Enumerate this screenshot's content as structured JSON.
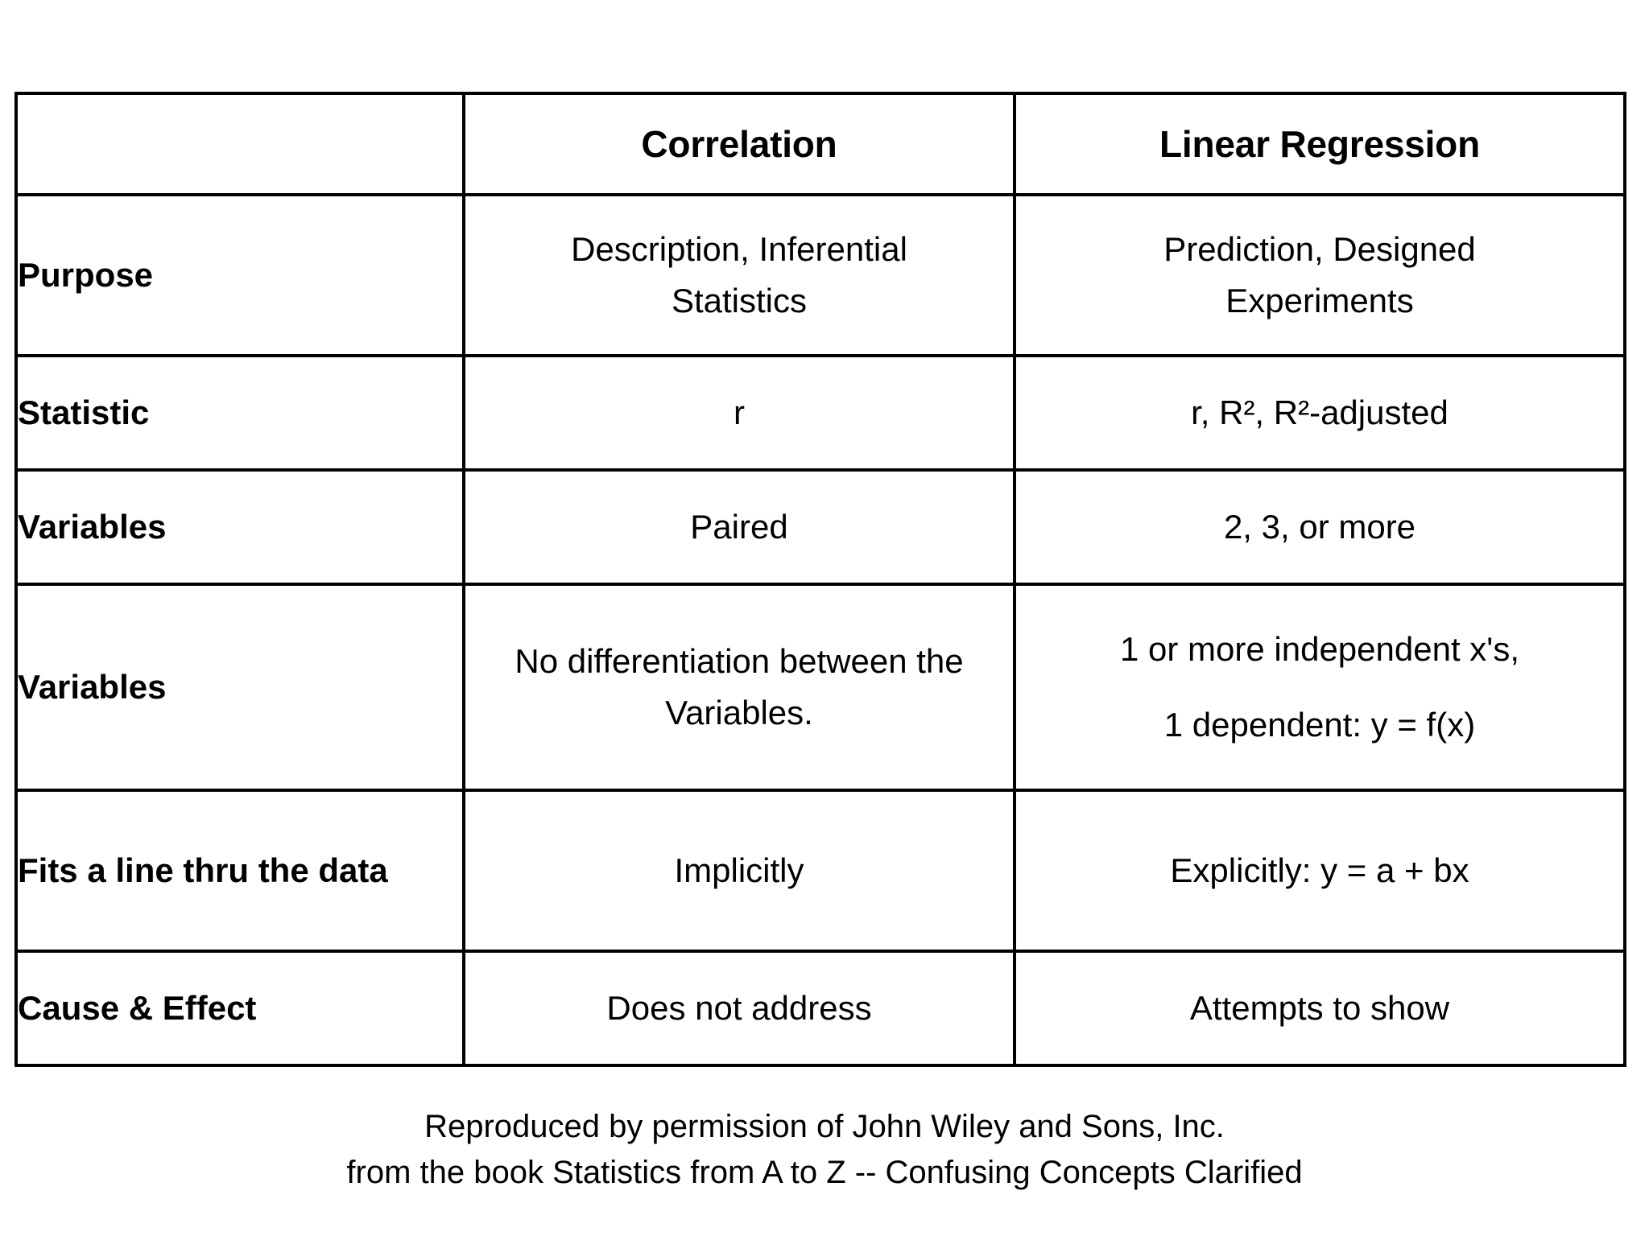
{
  "table": {
    "columns": {
      "label_header": "",
      "headers": [
        "Correlation",
        "Linear Regression"
      ]
    },
    "rows": [
      {
        "label": "Purpose",
        "correlation": [
          "Description, Inferential",
          "Statistics"
        ],
        "regression": [
          "Prediction, Designed",
          "Experiments"
        ]
      },
      {
        "label": "Statistic",
        "correlation": [
          "r"
        ],
        "regression_rich": "r, R2, R2-adjusted",
        "regression": [
          "r, R², R²-adjusted"
        ]
      },
      {
        "label": "Variables",
        "correlation": [
          "Paired"
        ],
        "regression": [
          "2, 3, or more"
        ]
      },
      {
        "label": "Variables",
        "correlation": [
          "No differentiation between the",
          "Variables."
        ],
        "regression": [
          "1 or more independent x's,",
          "1 dependent: y = f(x)"
        ]
      },
      {
        "label": "Fits a line thru the data",
        "correlation": [
          "Implicitly"
        ],
        "regression": [
          "Explicitly: y = a + bx"
        ]
      },
      {
        "label": "Cause & Effect",
        "correlation": [
          "Does not address"
        ],
        "regression": [
          "Attempts to show"
        ]
      }
    ]
  },
  "footer": {
    "line1": "Reproduced by permission of John Wiley and Sons, Inc.",
    "line2": "from the book Statistics from A to Z -- Confusing Concepts Clarified"
  },
  "colors": {
    "header_fill": "#fbf4ae",
    "label_fill": "#fbf4ae",
    "value_fill": "#ffffff",
    "border": "#000000",
    "text": "#000000",
    "page_background": "#ffffff"
  }
}
